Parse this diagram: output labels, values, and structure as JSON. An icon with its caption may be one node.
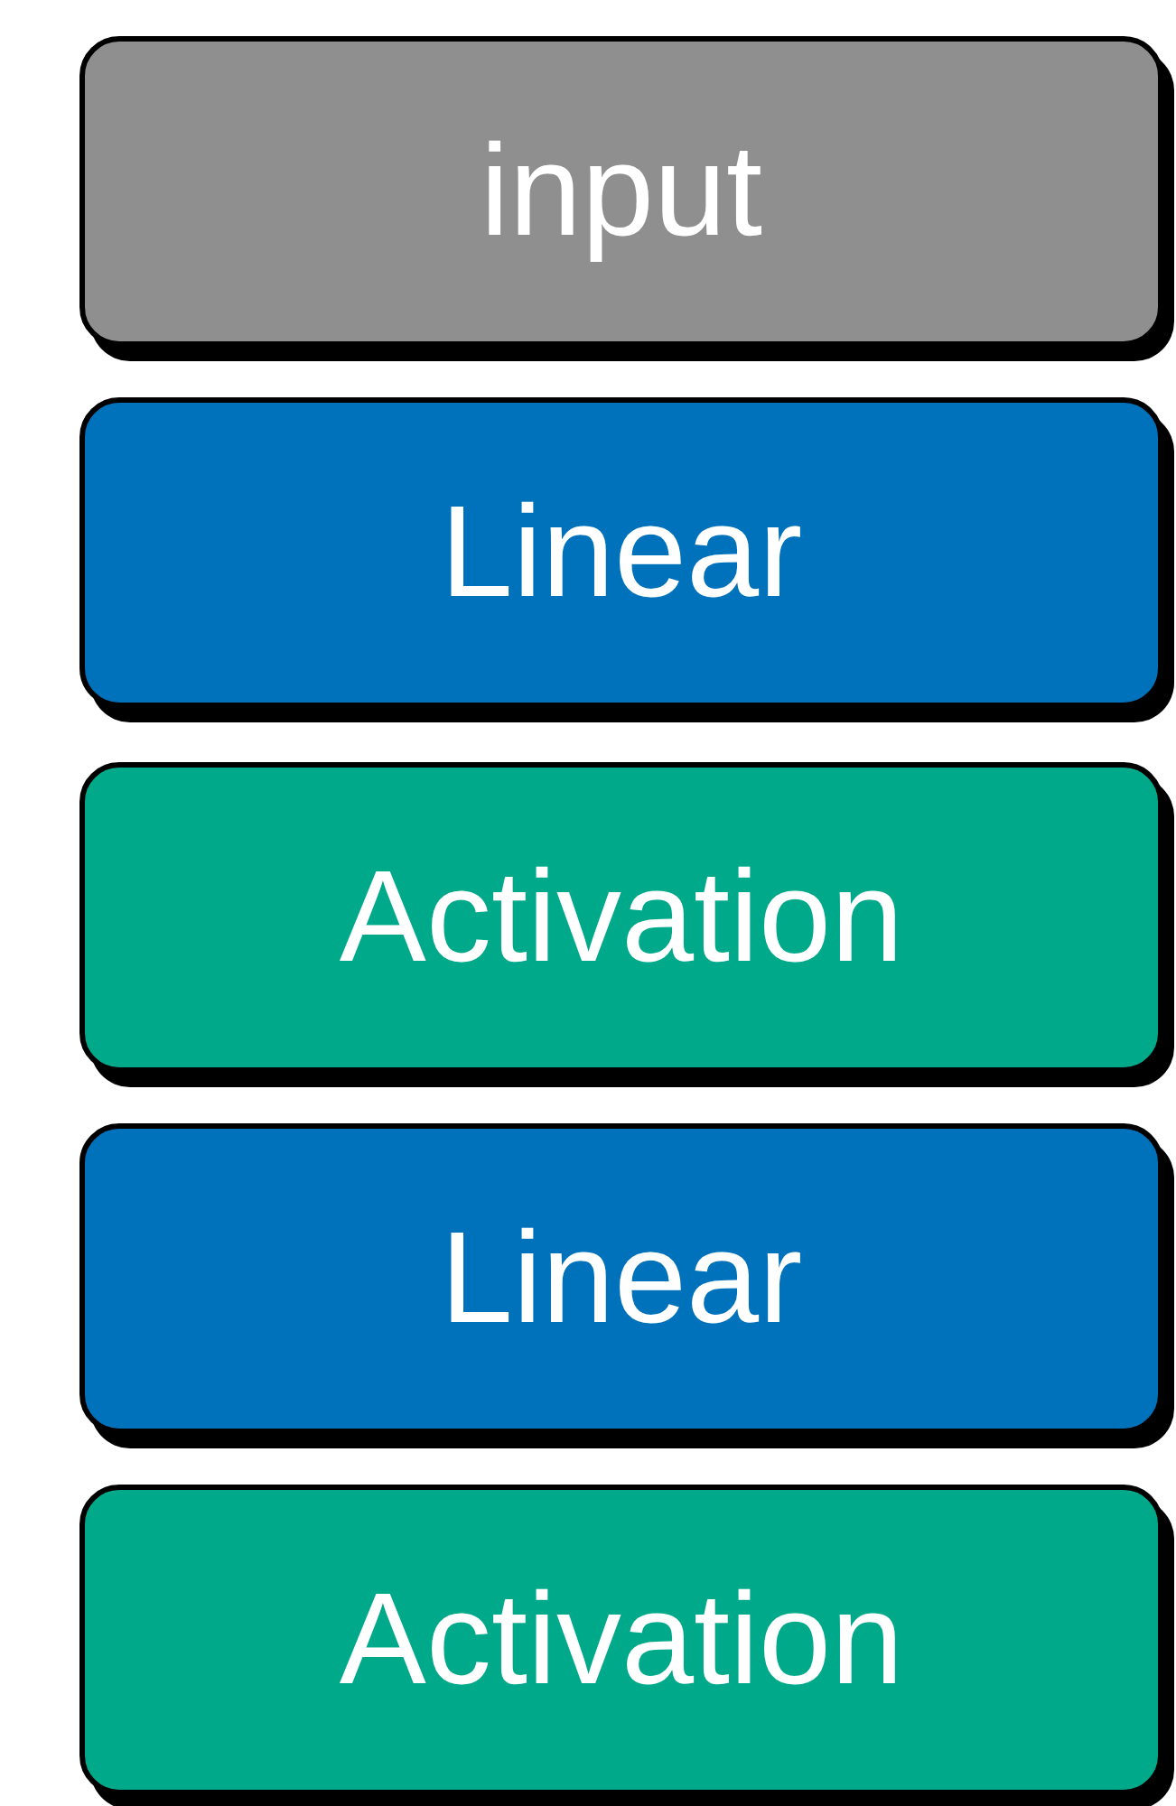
{
  "diagram": {
    "nodes": [
      {
        "text": [
          "input"
        ]
      },
      {
        "text": [
          "Linear"
        ]
      },
      {
        "text": [
          "Activation"
        ]
      },
      {
        "text": [
          "Linear"
        ]
      },
      {
        "text": [
          "Activation"
        ]
      }
    ]
  }
}
